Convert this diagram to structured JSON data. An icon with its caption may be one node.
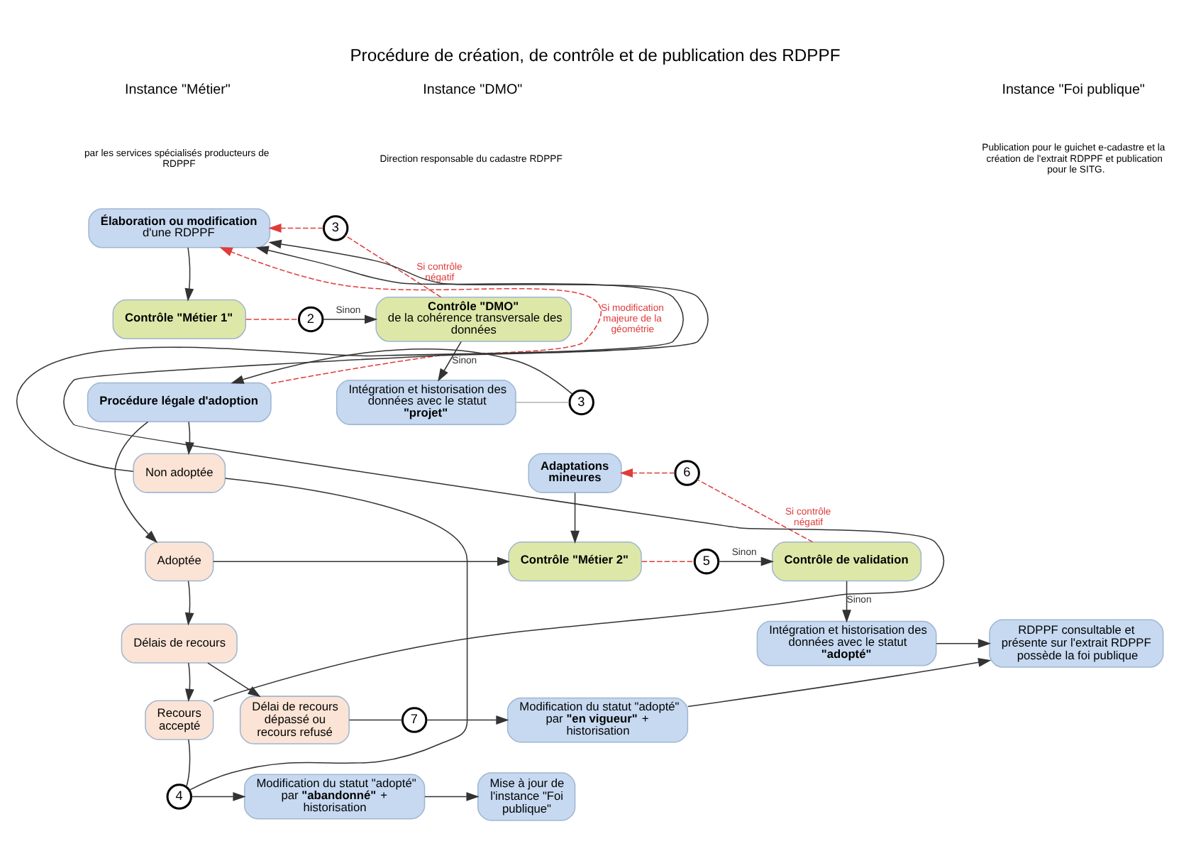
{
  "diagram": {
    "title": "Procédure de création, de contrôle et de publication des RDPPF",
    "nodes": [
      {
        "text": [
          "**Élaboration ou modification**",
          "d'une RDPPF"
        ]
      },
      {
        "text": [
          "Contrôle \"Métier 1\""
        ]
      },
      {
        "text": [
          "2"
        ]
      },
      {
        "text": [
          "3"
        ]
      },
      {
        "text": [
          "**Contrôle \"DMO\"**",
          "de la cohérence transversale des données"
        ]
      },
      {
        "text": [
          "Intégration et historisation des données avec le statut **\"projet\"**"
        ]
      },
      {
        "text": [
          "3"
        ]
      },
      {
        "text": [
          "Procédure légale d'adoption"
        ]
      },
      {
        "text": [
          "Non adoptée"
        ]
      },
      {
        "text": [
          "Adoptée"
        ]
      },
      {
        "text": [
          "Adaptations mineures"
        ]
      },
      {
        "text": [
          "Contrôle \"Métier 2\""
        ]
      },
      {
        "text": [
          "5"
        ]
      },
      {
        "text": [
          "6"
        ]
      },
      {
        "text": [
          "Contrôle de validation"
        ]
      },
      {
        "text": [
          "Intégration et historisation des données avec le statut **\"adopté\"**"
        ]
      },
      {
        "text": [
          "Délais de recours"
        ]
      },
      {
        "text": [
          "Recours accepté"
        ]
      },
      {
        "text": [
          "Délai de recours dépassé ou recours refusé"
        ]
      },
      {
        "text": [
          "7"
        ]
      },
      {
        "text": [
          "Modification du statut \"adopté\" par **\"en vigueur\"** + historisation"
        ]
      },
      {
        "text": [
          "4"
        ]
      },
      {
        "text": [
          "Modification du statut \"adopté\" par **\"abandonné\"** + historisation"
        ]
      },
      {
        "text": [
          "RDPPF consultable et présente sur l'extrait RDPPF possède la foi publique"
        ]
      },
      {
        "text": [
          "Mise à jour de l'instance \"Foi publique\""
        ]
      }
    ],
    "edges": [
      {
        "from": 0,
        "to": 1,
        "arrow": "to"
      },
      {
        "from": 1,
        "to": 2,
        "arrow": "none",
        "style": "dashed",
        "color": "#e03c3c"
      },
      {
        "from": 2,
        "to": 4,
        "arrow": "to",
        "label": "Sinon"
      },
      {
        "from": 4,
        "to": 3,
        "arrow": "none",
        "label": "Si contrôle négatif",
        "style": "dashed",
        "color": "#e03c3c"
      },
      {
        "from": 3,
        "to": 0,
        "arrow": "to",
        "style": "dashed",
        "color": "#e03c3c"
      },
      {
        "from": 4,
        "to": 5,
        "arrow": "to",
        "label": "Sinon"
      },
      {
        "from": 5,
        "to": 6,
        "arrow": "none",
        "color": "#b0b0b0"
      },
      {
        "from": 6,
        "to": 7,
        "arrow": "to"
      },
      {
        "from": 7,
        "to": 0,
        "arrow": "to",
        "label": "Si modification majeure de la géométrie",
        "style": "dashed",
        "color": "#e03c3c"
      },
      {
        "from": 7,
        "to": 8,
        "arrow": "to"
      },
      {
        "from": 7,
        "to": 9,
        "arrow": "to"
      },
      {
        "from": 8,
        "to": 0,
        "arrow": "to"
      },
      {
        "from": 8,
        "to": 21,
        "arrow": "none"
      },
      {
        "from": 9,
        "to": 11,
        "arrow": "to"
      },
      {
        "from": 10,
        "to": 11,
        "arrow": "to"
      },
      {
        "from": 11,
        "to": 12,
        "arrow": "none",
        "style": "dashed",
        "color": "#e03c3c"
      },
      {
        "from": 12,
        "to": 14,
        "arrow": "to",
        "label": "Sinon"
      },
      {
        "from": 14,
        "to": 13,
        "arrow": "none",
        "label": "Si contrôle négatif",
        "style": "dashed",
        "color": "#e03c3c"
      },
      {
        "from": 13,
        "to": 10,
        "arrow": "to",
        "style": "dashed",
        "color": "#e03c3c"
      },
      {
        "from": 14,
        "to": 15,
        "arrow": "to",
        "label": "Sinon"
      },
      {
        "from": 9,
        "to": 16,
        "arrow": "to"
      },
      {
        "from": 16,
        "to": 17,
        "arrow": "to"
      },
      {
        "from": 16,
        "to": 18,
        "arrow": "to"
      },
      {
        "from": 17,
        "to": 0,
        "arrow": "to"
      },
      {
        "from": 17,
        "to": 21,
        "arrow": "none"
      },
      {
        "from": 18,
        "to": 19,
        "arrow": "none"
      },
      {
        "from": 19,
        "to": 20,
        "arrow": "to"
      },
      {
        "from": 21,
        "to": 22,
        "arrow": "to"
      },
      {
        "from": 15,
        "to": 23,
        "arrow": "to"
      },
      {
        "from": 20,
        "to": 23,
        "arrow": "to"
      },
      {
        "from": 22,
        "to": 24,
        "arrow": "to"
      }
    ],
    "labels": [
      "Instance \"Métier\"",
      "par les services spécialisés producteurs de RDPPF",
      "Instance \"DMO\"",
      "Direction responsable du cadastre RDPPF",
      "Instance \"Foi publique\"",
      "Publication pour le guichet e-cadastre et la création de l'extrait RDPPF et publication pour le SITG."
    ]
  }
}
